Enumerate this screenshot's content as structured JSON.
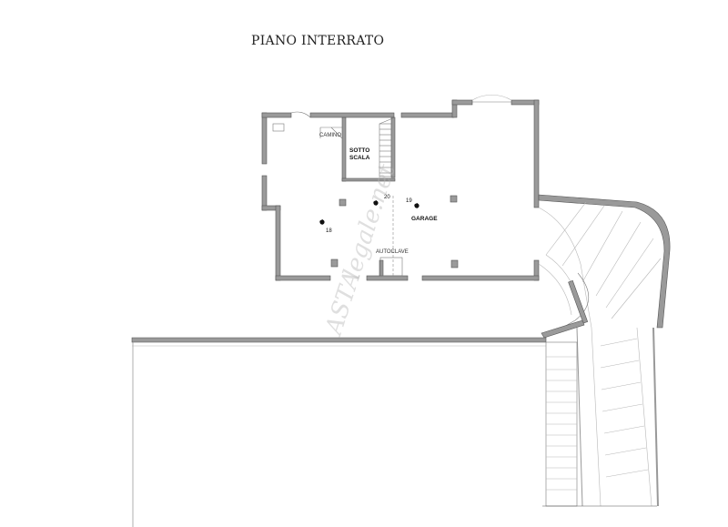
{
  "title": "PIANO  INTERRATO",
  "rooms": {
    "sotto_scala_line1": "SOTTO",
    "sotto_scala_line2": "SCALA",
    "garage": "GARAGE",
    "camino": "CAMINO",
    "autoclave": "AUTOCLAVE"
  },
  "markers": [
    {
      "id": "18",
      "label": "18"
    },
    {
      "id": "19",
      "label": "19"
    },
    {
      "id": "20",
      "label": "20"
    }
  ],
  "watermark": {
    "brand": "ASTA",
    "suffix": "legale.net"
  },
  "colors": {
    "wall": "#9a9a9a",
    "line": "#7a7a7a",
    "watermark": "#b9b9b9"
  }
}
